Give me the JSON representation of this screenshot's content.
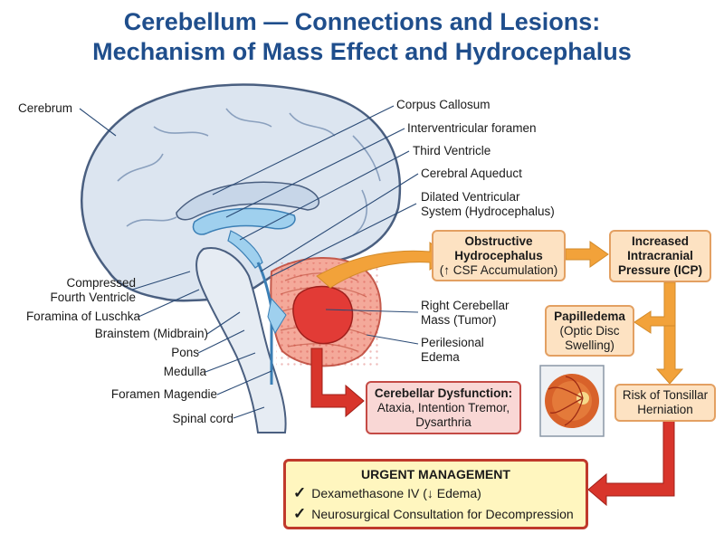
{
  "title": {
    "line1": "Cerebellum — Connections and Lesions:",
    "line2": "Mechanism of Mass Effect and Hydrocephalus"
  },
  "labels": {
    "cerebrum": "Cerebrum",
    "compressed_1": "Compressed",
    "compressed_2": "Fourth Ventricle",
    "luschka": "Foramina of Luschka",
    "brainstem": "Brainstem (Midbrain)",
    "pons": "Pons",
    "medulla": "Medulla",
    "magendie": "Foramen Magendie",
    "spinal": "Spinal cord",
    "corpus": "Corpus Callosum",
    "interventricular": "Interventricular foramen",
    "third": "Third Ventricle",
    "aqueduct": "Cerebral Aqueduct",
    "dilated_1": "Dilated Ventricular",
    "dilated_2": "System (Hydrocephalus)",
    "mass_1": "Right Cerebellar",
    "mass_2": "Mass (Tumor)",
    "edema_1": "Perilesional",
    "edema_2": "Edema"
  },
  "boxes": {
    "obstructive": {
      "l1": "Obstructive",
      "l2": "Hydrocephalus",
      "l3": "(↑ CSF Accumulation)"
    },
    "icp": {
      "l1": "Increased",
      "l2": "Intracranial",
      "l3": "Pressure (ICP)"
    },
    "papilledema": {
      "l1": "Papilledema",
      "l2": "(Optic Disc",
      "l3": "Swelling)"
    },
    "herniation": {
      "l1": "Risk of Tonsillar",
      "l2": "Herniation"
    },
    "dysfunction": {
      "l1": "Cerebellar Dysfunction:",
      "l2": "Ataxia, Intention Tremor,",
      "l3": "Dysarthria"
    },
    "urgent": {
      "heading": "URGENT MANAGEMENT",
      "check": "✓",
      "item1": "Dexamethasone IV (↓ Edema)",
      "item2": "Neurosurgical Consultation for Decompression"
    }
  },
  "colors": {
    "title": "#1f4e8c",
    "brain_fill": "#dce5f0",
    "ventricle": "#9fd0ee",
    "tumor": "#e23b36",
    "edema": "#f4a99a",
    "orange_arrow": "#f2a23a",
    "red_arrow": "#d8352b"
  }
}
